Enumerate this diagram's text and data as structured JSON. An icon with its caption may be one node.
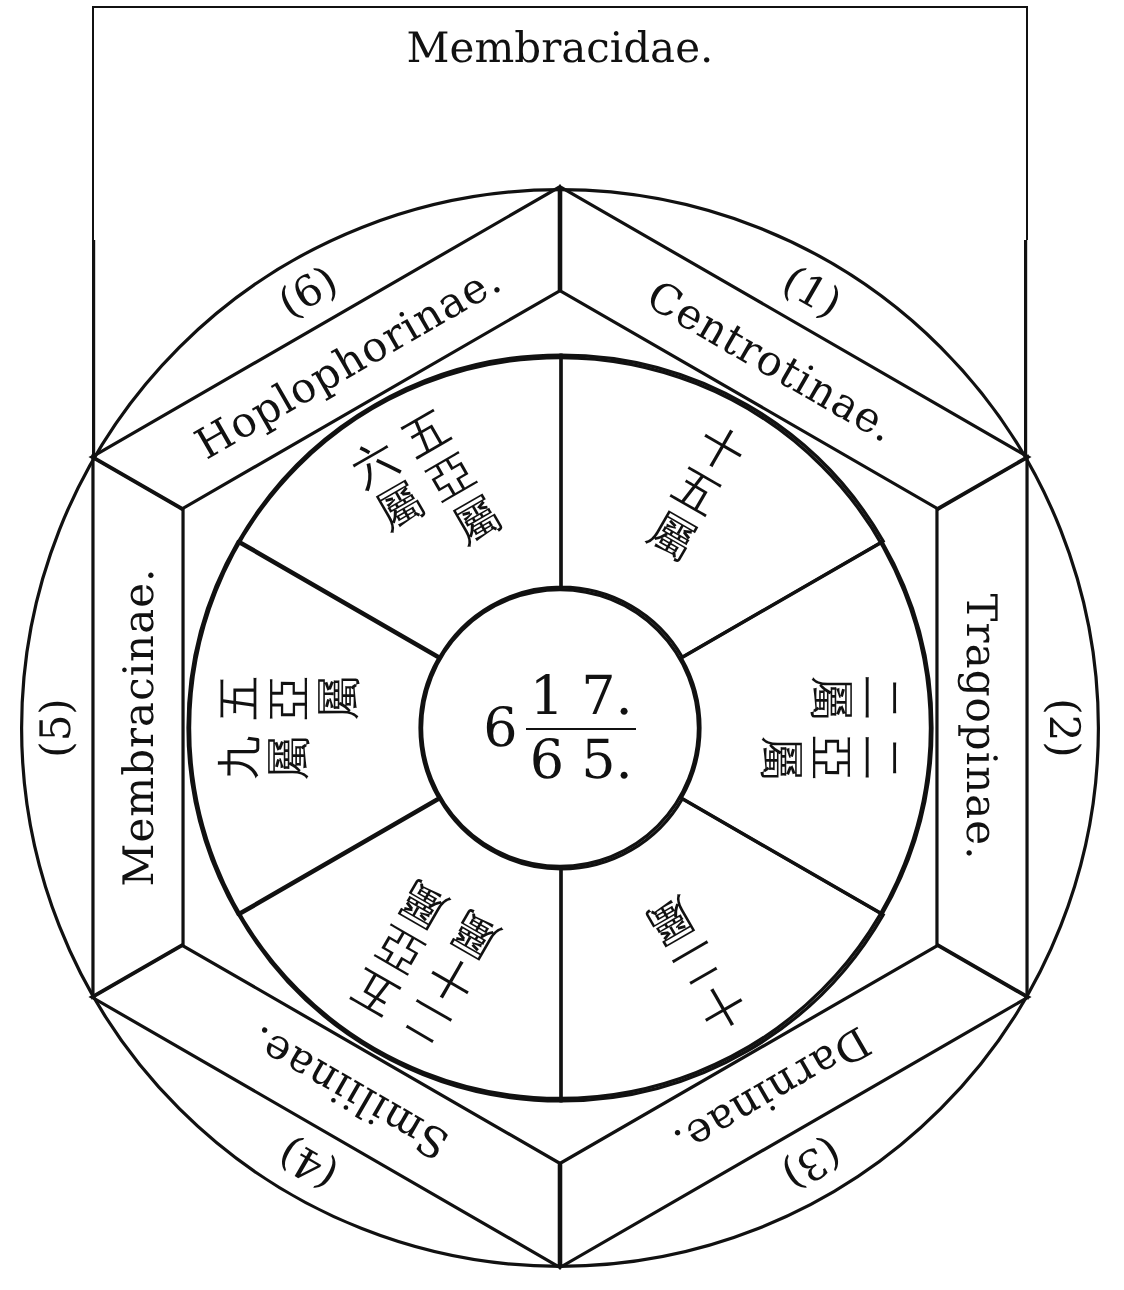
{
  "diagram": {
    "nodes": [
      {
        "text": [
          "Membracidae."
        ]
      },
      {
        "text": [
          "(1)",
          "(2)",
          "(3)",
          "(4)",
          "(5)",
          "(6)"
        ]
      },
      {
        "text": [
          "Centrotinae."
        ],
        "in": 1
      },
      {
        "text": [
          "Tragopinae."
        ],
        "in": 1
      },
      {
        "text": [
          "Darninae."
        ],
        "in": 1
      },
      {
        "text": [
          "Smiliinae."
        ],
        "in": 1
      },
      {
        "text": [
          "Membracinae."
        ],
        "in": 1
      },
      {
        "text": [
          "Hoplophorinae."
        ],
        "in": 1
      },
      {
        "text": [],
        "shape": "circle",
        "in": 1
      },
      {
        "text": [
          "十五屬"
        ],
        "in": 8
      },
      {
        "text": [
          "二亞屬",
          "二屬"
        ],
        "in": 8
      },
      {
        "text": [
          "十二屬"
        ],
        "in": 8
      },
      {
        "text": [
          "五亞屬",
          "二十屬"
        ],
        "in": 8
      },
      {
        "text": [
          "五亞屬",
          "九屬"
        ],
        "in": 8
      },
      {
        "text": [
          "五亞屬",
          "六屬"
        ],
        "in": 8
      },
      {
        "text": [
          "6",
          "1 7.",
          "6 5."
        ],
        "in": 8
      }
    ]
  }
}
